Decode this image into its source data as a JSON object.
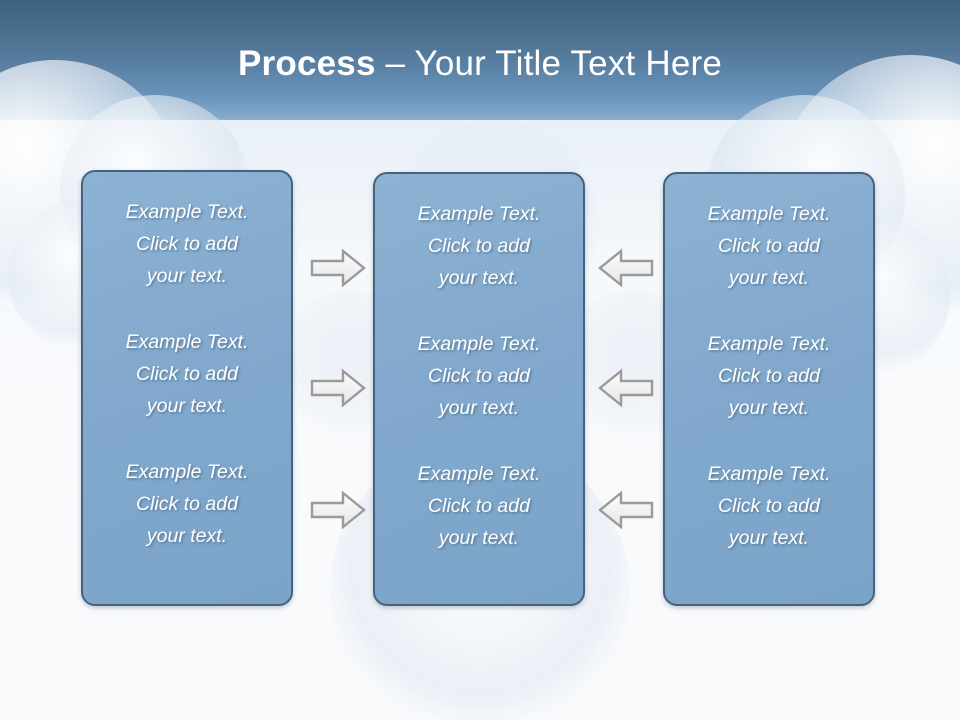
{
  "slide": {
    "title_strong": "Process",
    "title_sep": " – ",
    "title_light": "Your Title Text Here",
    "colors": {
      "header_top": "#3d607e",
      "header_bottom": "#85aac9",
      "box_fill": "#82a9cd",
      "box_border": "#46627e",
      "text": "#ffffff",
      "arrow_fill": "#f0f0f0",
      "arrow_stroke": "#9a9a9a",
      "background": "#f7f9fc"
    }
  },
  "columns": [
    {
      "name": "left-column",
      "cells": [
        "Example Text.\nClick  to add\nyour text.",
        "Example Text.\nClick  to add\nyour text.",
        "Example Text.\nClick  to add\nyour text."
      ]
    },
    {
      "name": "middle-column",
      "cells": [
        "Example Text.\nClick  to add\nyour text.",
        "Example Text.\nClick  to add\nyour text.",
        "Example Text.\nClick  to add\nyour text."
      ]
    },
    {
      "name": "right-column",
      "cells": [
        "Example Text.\nClick  to add\nyour text.",
        "Example Text.\nClick  to add\nyour text.",
        "Example Text.\nClick  to add\nyour text."
      ]
    }
  ],
  "arrows": {
    "right_pointing": [
      "arrow-right-icon",
      "arrow-right-icon",
      "arrow-right-icon"
    ],
    "left_pointing": [
      "arrow-left-icon",
      "arrow-left-icon",
      "arrow-left-icon"
    ]
  }
}
